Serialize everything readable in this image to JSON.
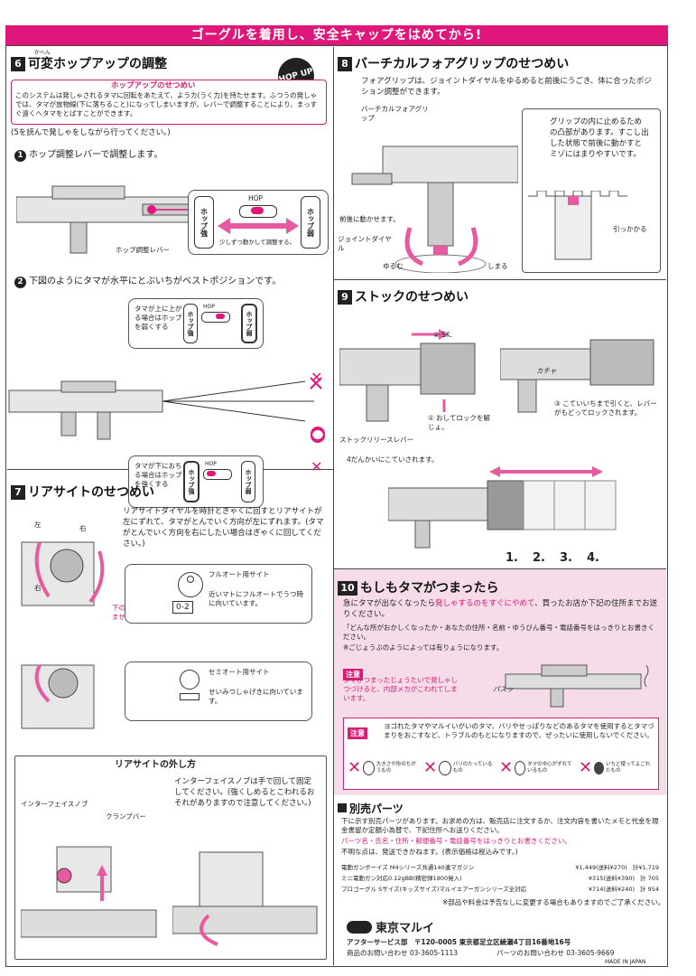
{
  "banner": "ゴーグルを着用し、安全キャップをはめてから!",
  "s6": {
    "num": "6",
    "title": "可変ホップアップの調整",
    "ruby": "かへん",
    "hop_logo": "HOP UP",
    "intro_heading": "ホップアップのせつめい",
    "intro_text": "このシステムは発しゃされるタマに回転をあたえて、ようカ(うく力)を持たせます。ふつうの発しゃでは、タマが放物線(下に落ちること)になってしまいますが、レバーで調整することにより、まっすぐ遠くへタマをとばすことができます。",
    "note": "(5を読んで発しゃをしながら行ってください。)",
    "step1": "ホップ調整レバーで調整します。",
    "lever_label": "ホップ調整レバー",
    "hop_weak": "ホップ弱",
    "hop_strong": "ホップ強",
    "hop_marker": "HOP",
    "slide_hint": "少しずつ動かして調整する。",
    "step2": "下図のようにタマが水平にとぶいちがベストポジションです。",
    "up_case": "タマが上に上がる場合はホップを弱くする",
    "down_case": "タマが下におちる場合はホップを強くする"
  },
  "s8": {
    "num": "8",
    "title": "バーチカルフォアグリップのせつめい",
    "text": "フォアグリップは、ジョイントダイヤルをゆるめると前後にうごき、体に合ったポジション調整ができます。",
    "grip_label": "バーチカルフォアグリップ",
    "move_label": "前後に動かせます。",
    "dial_label": "ジョイントダイヤル",
    "loosen": "ゆるむ",
    "tighten": "しまる",
    "detail_text": "グリップの内に止めるための凸部があります。すこし出した状態で前後に動かすとミゾにはまりやすいです。",
    "catch_label": "引っかかる"
  },
  "s9": {
    "num": "9",
    "title": "ストックのせつめい",
    "step2": "SK.",
    "step1": "おしてロックを解じょ。",
    "release_label": "ストックリリースレバー",
    "step3": "こていいちまで引くと、レバーがもどってロックされます。",
    "sound": "カチャ",
    "positions_note": "4だんかいにこていされます。",
    "positions": [
      "1.",
      "2.",
      "3.",
      "4."
    ]
  },
  "s7": {
    "num": "7",
    "title": "リアサイトのせつめい",
    "text": "リアサイトダイヤルを時計とぎゃくに回すとリアサイトが左にずれて、タマがとんでいく方向が左にずれます。(タマがとんでいく方向を右にしたい場合はぎゃくに回してください。)",
    "left": "左",
    "right": "右",
    "lower_dial": "下のダイヤルは動きません。",
    "full_auto": "フルオート用サイト",
    "full_auto_desc": "近いマトにフルオートでうつ時に向いています。",
    "full_auto_mark": "0-2",
    "semi_auto": "セミオート用サイト",
    "semi_auto_desc": "せいみつしゃげきに向いています。",
    "remove_title": "リアサイトの外し方",
    "interface_knob": "インターフェイスノブ",
    "clamp_bar": "クランプバー",
    "remove_text": "インターフェイスノブは手で回して固定してください。(強くしめるとこわれるおそれがありますので注意してください。)"
  },
  "s10": {
    "num": "10",
    "title": "もしもタマがつまったら",
    "text_a": "急にタマが出なくなったら",
    "text_b": "発しゃするのをすぐにやめて",
    "text_c": "、買ったお店か下記の住所までお送りください。",
    "sub1": "「どんな所がおかしくなったか・あなたの住所・名前・ゆうびん番号・電話番号をはっきりとお書きください。",
    "sub2": "※ごじょうぶのようによっては有りょうになります。",
    "warn_label": "注意",
    "warn_text": "タマがつまったじょうたいで発しゃしつづけると、内部メカがこわれてしまいます。",
    "sound": "パスッ",
    "warn2_text": "ヨゴれたタマやマルイいがいのタマ、バリやせっぱりなどのあるタマを使用するとタマづまりをおこすなど、トラブルのもとになりますので、ぜったいに使用しないでください。",
    "bad": [
      "大きさや形のちがうもの",
      "バリのたっているもの",
      "タマの中心がずれているもの"
    ],
    "good": "いちど使ってよごれたもの"
  },
  "parts": {
    "title": "別売パーツ",
    "line1": "下に示す別売パーツがあります。お求めの方は、販売店に注文するか、注文内容を書いたメモと代金を現金書留か定額小為替で、下記住所へお送りください。",
    "line2": "パーツ名・氏名・住所・郵便番号・電話番号をはっきりとお書きください。",
    "line3": "不明な点は、発送できかねます。(表示価格は税込みです。)",
    "items": [
      {
        "name": "電動ガンボーイズ M4シリーズ共通140連マガジン",
        "price": "¥1,449",
        "ship": "(送料¥270)",
        "total": "計¥1,719"
      },
      {
        "name": "ミニ電動ガン対応0.12gBB(精密弾1800発入)",
        "price": "¥315",
        "ship": "(送料¥390)",
        "total": "計 705"
      },
      {
        "name": "プロゴーグル Sサイズ(キッズサイズ)マルイエアーガンシリーズ全対応",
        "price": "¥714",
        "ship": "(送料¥240)",
        "total": "計 954"
      }
    ],
    "footnote": "※部品や料金は予告なしに変更する場合もありますのでご了承ください。",
    "company": "東京マルイ",
    "address": "アフターサービス部　〒120-0005 東京都足立区綾瀬4丁目16番地16号",
    "phone1": "商品のお問い合わせ 03-3605-1113",
    "phone2": "パーツのお問い合わせ 03-3605-9669",
    "made": "MADE IN JAPAN"
  },
  "colors": {
    "accent": "#e0177a",
    "pink_bg": "#f6dbe8"
  }
}
